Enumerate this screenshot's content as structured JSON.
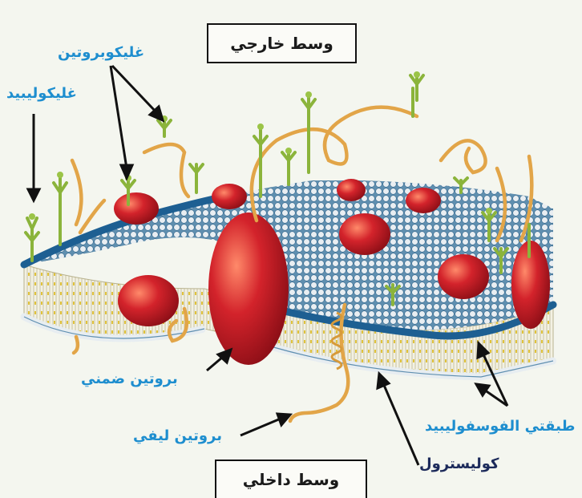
{
  "compartments": {
    "outside": "وسط خارجي",
    "inside": "وسط داخلي"
  },
  "labels": {
    "glycoprotein": "غليكوبروتين",
    "glycolipid": "غليكوليبيد",
    "integral_protein": "بروتين ضمني",
    "peripheral_protein": "بروتين ليفي",
    "phospholipid_bilayer": "طبقتي الفوسفوليبيد",
    "cholesterol": "كوليسترول"
  },
  "colors": {
    "label_blue": "#1e8ecf",
    "label_dark": "#1c2a5a",
    "protein_red": "#d3232b",
    "head_blue": "#1d6fa5",
    "head_light": "#e8eef2",
    "fiber_tan": "#e2a548",
    "sugar_green": "#7fae3a"
  }
}
